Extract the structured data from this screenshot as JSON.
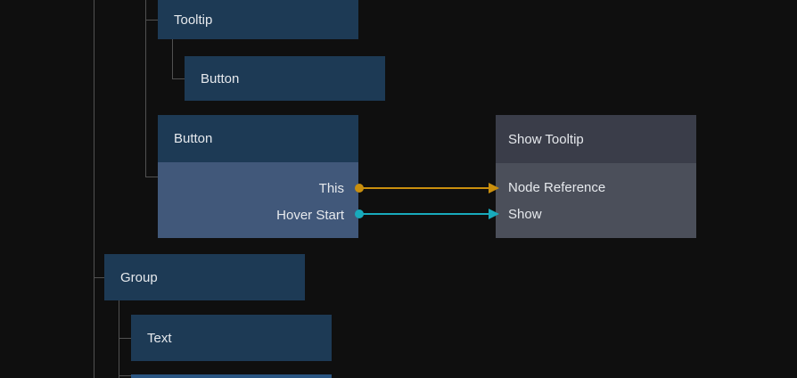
{
  "graph": {
    "nodes": {
      "tooltip": {
        "label": "Tooltip"
      },
      "button_child": {
        "label": "Button"
      },
      "button_main": {
        "label": "Button",
        "outputs": [
          "This",
          "Hover Start"
        ]
      },
      "show_tooltip": {
        "title": "Show Tooltip",
        "inputs": [
          "Node Reference",
          "Show"
        ]
      },
      "group": {
        "label": "Group"
      },
      "text": {
        "label": "Text"
      }
    },
    "connections": [
      {
        "from": "This",
        "to": "Node Reference",
        "color": "#c98f0e"
      },
      {
        "from": "Hover Start",
        "to": "Show",
        "color": "#18aabc"
      }
    ],
    "colors": {
      "background": "#0f0f0f",
      "node_header_blue": "#1d3a55",
      "node_body_blue": "#41587a",
      "node_header_gray": "#3a3d49",
      "node_body_gray": "#4b4f5a",
      "tree_line": "#515151",
      "wire_orange": "#c98f0e",
      "wire_teal": "#18aabc",
      "partial_node_blue": "#2a5582"
    }
  }
}
